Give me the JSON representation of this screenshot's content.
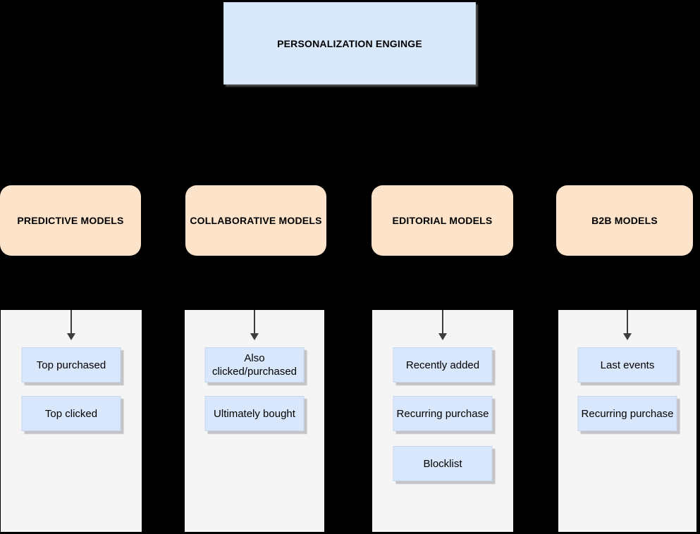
{
  "engine": {
    "label": "PERSONALIZATION ENGINGE"
  },
  "columns": [
    {
      "header": "PREDICTIVE MODELS",
      "items": [
        "Top purchased",
        "Top clicked"
      ]
    },
    {
      "header": "COLLABORATIVE MODELS",
      "items": [
        "Also clicked/purchased",
        "Ultimately bought"
      ]
    },
    {
      "header": "EDITORIAL MODELS",
      "items": [
        "Recently added",
        "Recurring purchase",
        "Blocklist"
      ]
    },
    {
      "header": "B2B MODELS",
      "items": [
        "Last events",
        "Recurring purchase"
      ]
    }
  ],
  "colors": {
    "background": "#000000",
    "engine_fill": "#d9e8fb",
    "header_fill": "#fce3c9",
    "container_fill": "#f5f5f5",
    "item_fill": "#d8e7fb",
    "arrow": "#3d3d3d",
    "text": "#000000"
  }
}
